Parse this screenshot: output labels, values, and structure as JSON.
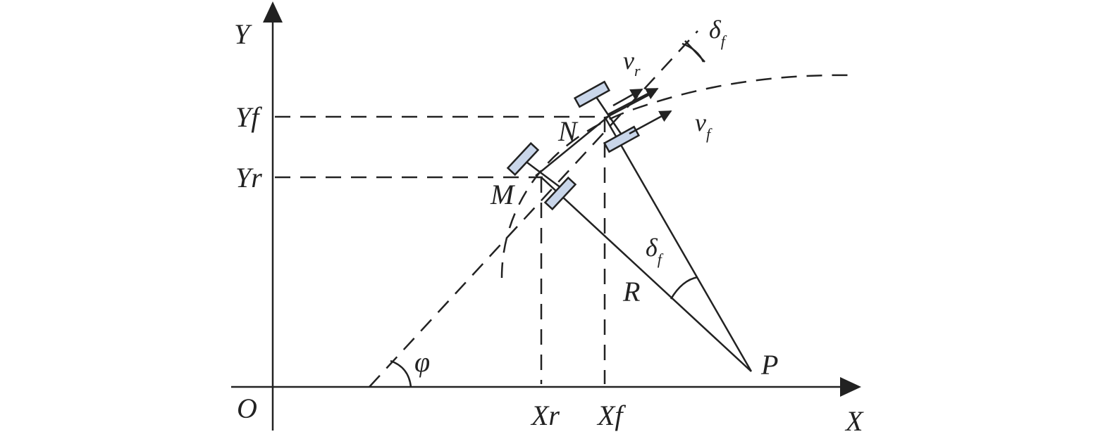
{
  "diagram": {
    "axis_x": "X",
    "axis_y": "Y",
    "origin": "O",
    "tick_yf": "Yf",
    "tick_yr": "Yr",
    "tick_xr": "Xr",
    "tick_xf": "Xf",
    "point_m": "M",
    "point_n": "N",
    "point_p": "P",
    "radius": "R",
    "heading_angle": "φ",
    "steer_delta": "δ",
    "steer_sub": "f",
    "vel_r": "v",
    "vel_r_sub": "r",
    "vel_f": "v",
    "vel_f_sub": "f",
    "colors": {
      "line": "#222222",
      "wheel_fill": "#c9d6ea",
      "background": "#ffffff"
    }
  }
}
